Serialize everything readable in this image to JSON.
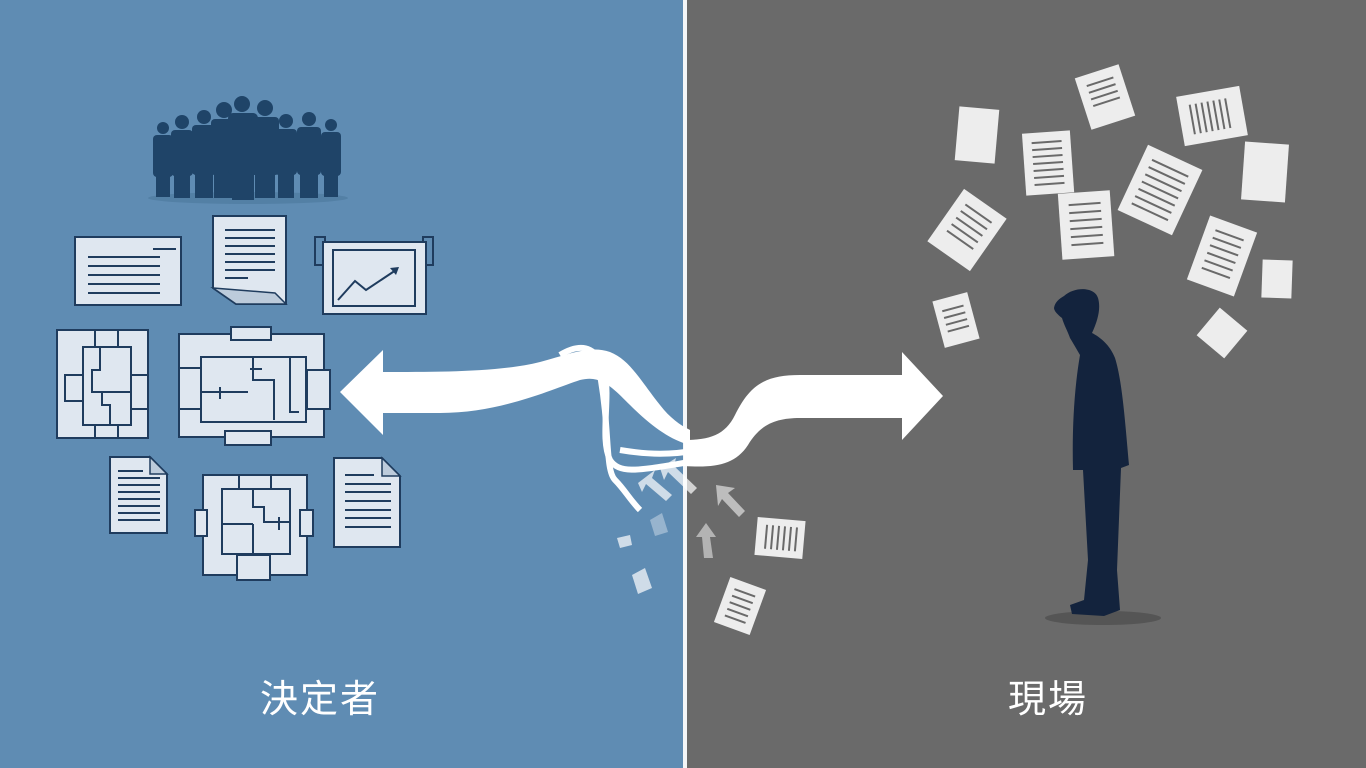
{
  "left_panel": {
    "label": "決定者",
    "background": "#5f8cb3",
    "icon_color": "#1f3c5e",
    "items": [
      "crowd-of-executives",
      "memo-document",
      "report-document",
      "growth-chart-board",
      "floor-plan",
      "floor-plan",
      "document",
      "floor-plan",
      "document"
    ]
  },
  "right_panel": {
    "label": "現場",
    "background": "#6a6a6a",
    "figure_color": "#13233d",
    "items": [
      "scattered-papers",
      "dejected-worker"
    ]
  },
  "center": {
    "divider_color": "#f4f6f8",
    "arrows": [
      "arrow-left-to-decision-makers",
      "arrow-right-to-field"
    ]
  }
}
